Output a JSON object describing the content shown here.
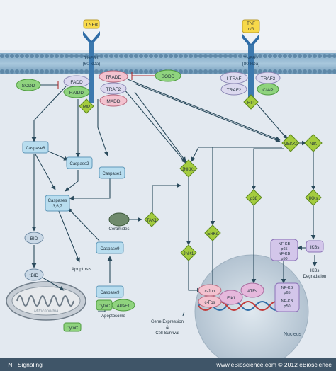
{
  "receptors": {
    "tnfr1": {
      "ligand": "TNFα",
      "name": "TNFR1",
      "size": "(60 kDa)"
    },
    "tnfr2": {
      "ligand_a": "TNF",
      "ligand_b": "α/β",
      "name": "TNFR2",
      "size": "(80 kDa)"
    }
  },
  "nodes": {
    "sodd_left": "SODD",
    "sodd_right": "SODD",
    "fadd": "FADD",
    "tradd": "TRADD",
    "raidd": "RAIDD",
    "traf2_left": "TRAF2",
    "rip_left": "RIP",
    "madd": "MADD",
    "itraf": "I-TRAF",
    "traf3": "TRAF3",
    "traf2_right": "TRAF2",
    "ciap": "CIAP",
    "rip_right": "RIP",
    "caspase8": "Caspase8",
    "caspase2": "Caspase2",
    "caspase1": "Caspase1",
    "caspases367_a": "Caspases",
    "caspases367_b": "3,6,7",
    "ceramides": "Ceramides",
    "tak1": "TAK1",
    "jnkk1": "JNKK1",
    "mekk": "MEKKs",
    "nik": "NIK",
    "p38": "p38",
    "ikks": "IKKs",
    "erks": "ERKs",
    "jnk1": "JNK1",
    "bid": "BID",
    "tbid": "tBID",
    "caspase9_top": "Caspase9",
    "apoptosis": "Apoptosis",
    "caspase9_bottom": "Caspase9",
    "cytoc_a": "CytoC",
    "apaf1": "APAF1",
    "apoptosome": "Apoptosome",
    "cytoc_mito": "CytoC",
    "mitochondria": "Mitochondria",
    "nfkb_a": "NF-KB",
    "p65_a": "p65",
    "nfkb_b": "NF-KB",
    "p50_a": "p50",
    "ikbs": "IKBs",
    "ikbs_degradation_a": "IKBs",
    "ikbs_degradation_b": "Degradation",
    "cjun": "c-Jun",
    "cfos": "c-Fos",
    "elk1": "Elk1",
    "atfs": "ATFs",
    "nfkb_c": "NF-KB",
    "p65_b": "p65",
    "nfkb_d": "NF-KB",
    "p50_b": "p50",
    "gene_expr_a": "Gene Expression",
    "gene_expr_b": "&",
    "gene_expr_c": "Cell Survival",
    "nucleus": "Nucleus"
  },
  "footer": {
    "title": "TNF Signaling",
    "credit": "www.eBioscience.com © 2012 eBioscience"
  }
}
